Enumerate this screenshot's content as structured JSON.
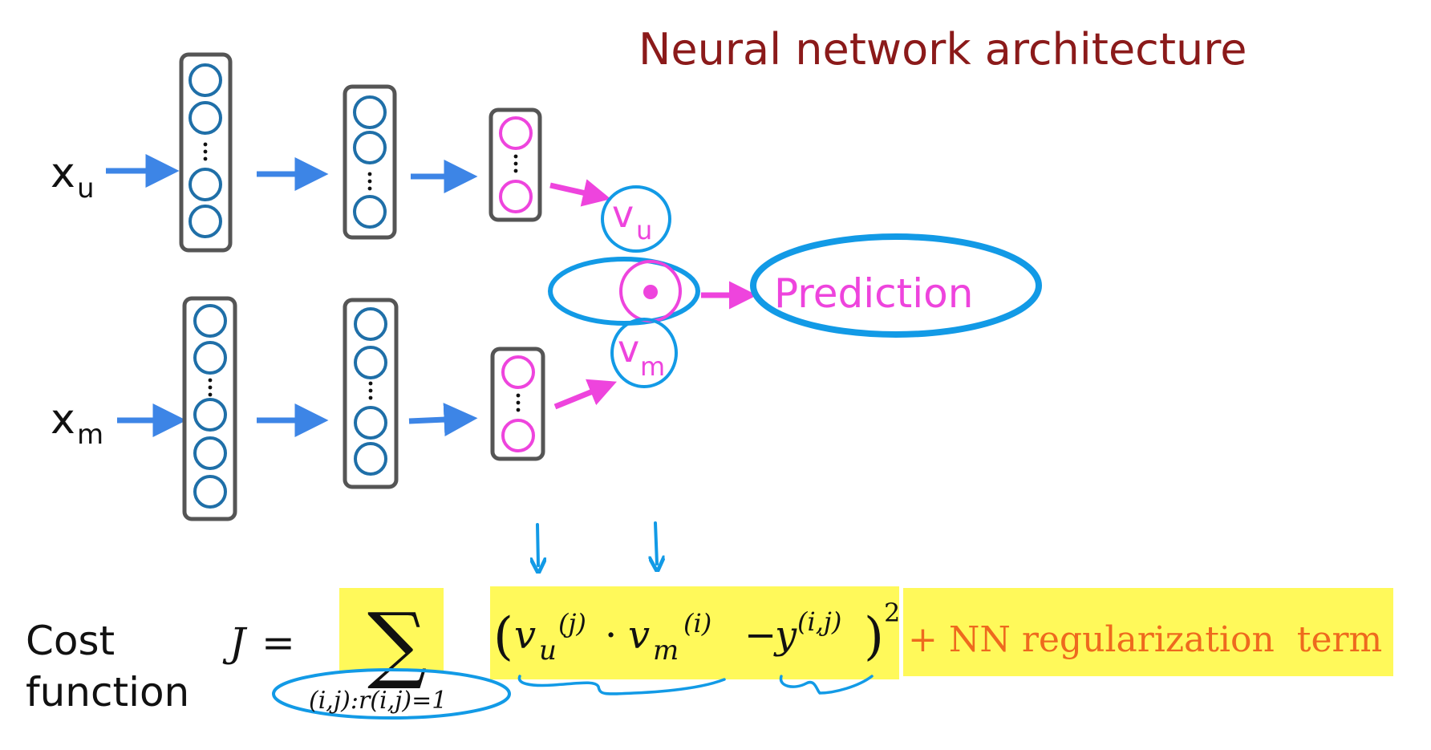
{
  "title": "Neural network architecture",
  "colors": {
    "title": "#8b1a1a",
    "hidden_unit": "#1f6fa8",
    "output_unit": "#ee44dd",
    "layer_box": "#555555",
    "blue_arrow": "#3d85e6",
    "pink_arrow": "#ee44dd",
    "annotation": "#129ae6",
    "highlight": "#fff95a",
    "regularization": "#ee6a1e"
  },
  "networks": [
    {
      "id": "user",
      "input_label": "x",
      "input_sub": "u",
      "layers": [
        {
          "units_before_ellipsis": 2,
          "units_after_ellipsis": 2,
          "kind": "hidden"
        },
        {
          "units_before_ellipsis": 2,
          "units_after_ellipsis": 1,
          "kind": "hidden"
        },
        {
          "units_before_ellipsis": 1,
          "units_after_ellipsis": 1,
          "kind": "output"
        }
      ],
      "output_label": "v",
      "output_sub": "u"
    },
    {
      "id": "movie",
      "input_label": "x",
      "input_sub": "m",
      "layers": [
        {
          "units_before_ellipsis": 2,
          "units_after_ellipsis": 3,
          "kind": "hidden"
        },
        {
          "units_before_ellipsis": 2,
          "units_after_ellipsis": 2,
          "kind": "hidden"
        },
        {
          "units_before_ellipsis": 1,
          "units_after_ellipsis": 1,
          "kind": "output"
        }
      ],
      "output_label": "v",
      "output_sub": "m"
    }
  ],
  "dot_product_symbol": "dot-product",
  "prediction_label": "Prediction",
  "cost": {
    "label_line1": "Cost",
    "label_line2": "function",
    "lhs": "J",
    "equals": "=",
    "sum_symbol": "∑",
    "sum_subscript": "(i,j):r(i,j)=1",
    "open_paren": "(",
    "v_u": "v",
    "v_u_sub": "u",
    "v_u_sup": "(j)",
    "dot": "·",
    "v_m": "v",
    "v_m_sub": "m",
    "v_m_sup": "(i)",
    "minus": "−",
    "y": "y",
    "y_sup": "(i,j)",
    "close_paren": ")",
    "square": "2",
    "regularization": "+ NN regularization  term"
  }
}
